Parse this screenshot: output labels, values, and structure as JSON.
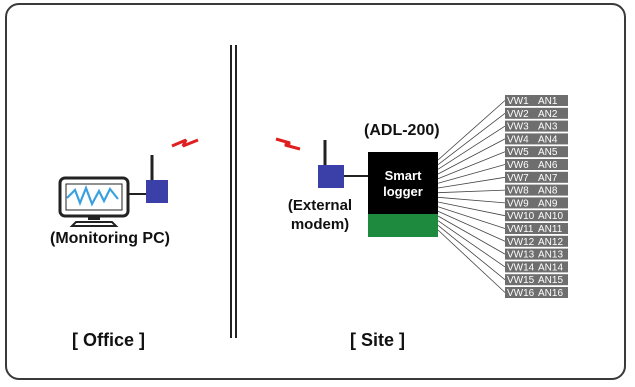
{
  "office": {
    "pc_label": "(Monitoring PC)",
    "section_label": "[ Office ]"
  },
  "site": {
    "model_label": "(ADL-200)",
    "logger_label_line1": "Smart",
    "logger_label_line2": "logger",
    "modem_label_line1": "(External",
    "modem_label_line2": "modem)",
    "section_label": "[ Site ]"
  },
  "channels": [
    {
      "vw": "VW1",
      "an": "AN1"
    },
    {
      "vw": "VW2",
      "an": "AN2"
    },
    {
      "vw": "VW3",
      "an": "AN3"
    },
    {
      "vw": "VW4",
      "an": "AN4"
    },
    {
      "vw": "VW5",
      "an": "AN5"
    },
    {
      "vw": "VW6",
      "an": "AN6"
    },
    {
      "vw": "VW7",
      "an": "AN7"
    },
    {
      "vw": "VW8",
      "an": "AN8"
    },
    {
      "vw": "VW9",
      "an": "AN9"
    },
    {
      "vw": "VW10",
      "an": "AN10"
    },
    {
      "vw": "VW11",
      "an": "AN11"
    },
    {
      "vw": "VW12",
      "an": "AN12"
    },
    {
      "vw": "VW13",
      "an": "AN13"
    },
    {
      "vw": "VW14",
      "an": "AN14"
    },
    {
      "vw": "VW15",
      "an": "AN15"
    },
    {
      "vw": "VW16",
      "an": "AN16"
    }
  ],
  "colors": {
    "modem": "#3b40a8",
    "logger_top": "#000000",
    "logger_bottom": "#1e8a3e",
    "signal": "#e02020",
    "channel_box": "#6e6e6e",
    "waveform": "#3aa0e0"
  },
  "icons": {
    "pc": "monitor-icon",
    "signal": "wireless-signal-icon"
  }
}
